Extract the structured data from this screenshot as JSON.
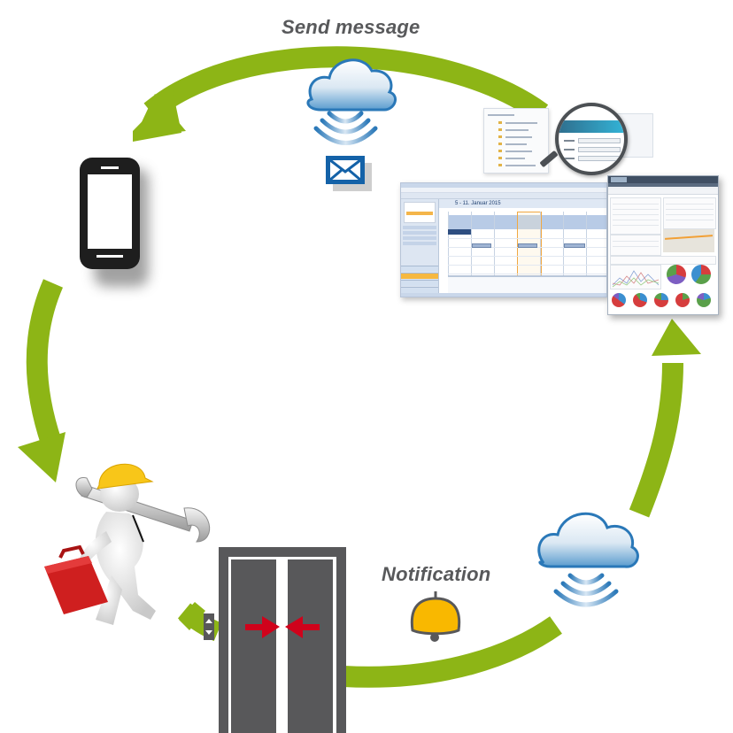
{
  "diagram": {
    "title": "Elevator service notification cycle",
    "labels": {
      "send_message": "Send message",
      "notification": "Notification"
    },
    "nodes": [
      {
        "id": "mobile-phone",
        "icon": "smartphone-icon"
      },
      {
        "id": "service-technician",
        "icon": "technician-with-wrench-and-toolbox"
      },
      {
        "id": "elevator",
        "icon": "elevator-doors-closing-icon"
      },
      {
        "id": "notification-bell",
        "icon": "bell-icon"
      },
      {
        "id": "cloud-upload",
        "icon": "cloud-wireless-icon"
      },
      {
        "id": "software-screens",
        "icon": "calendar-and-dashboard-screenshots"
      },
      {
        "id": "cloud-send",
        "icon": "cloud-wireless-icon"
      },
      {
        "id": "email",
        "icon": "envelope-icon"
      }
    ],
    "flow": [
      {
        "from": "elevator",
        "to": "cloud-upload",
        "label": "Notification"
      },
      {
        "from": "cloud-upload",
        "to": "software-screens",
        "label": ""
      },
      {
        "from": "software-screens",
        "to": "mobile-phone",
        "label": "Send message"
      },
      {
        "from": "mobile-phone",
        "to": "service-technician",
        "label": ""
      },
      {
        "from": "service-technician",
        "to": "elevator",
        "label": ""
      }
    ],
    "colors": {
      "arrow_green": "#8db516",
      "cloud_blue": "#2a78b8",
      "envelope_blue": "#1462a8",
      "bell_yellow": "#f9b800",
      "elevator_gray": "#58585a",
      "door_arrow_red": "#d0021b",
      "label_gray": "#58595b"
    },
    "calendar_screen": {
      "date_range": "5 - 11. Januar 2015"
    }
  }
}
